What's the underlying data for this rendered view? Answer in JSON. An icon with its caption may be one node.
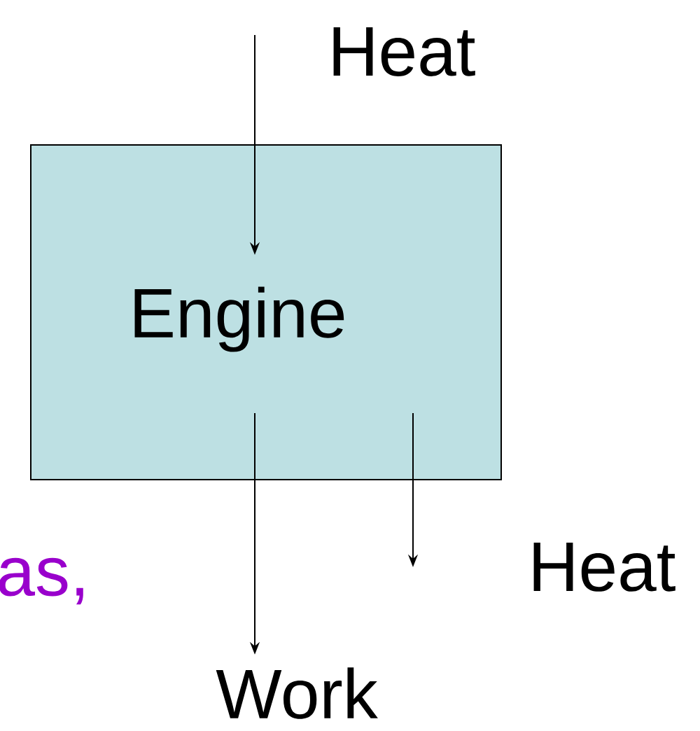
{
  "diagram": {
    "nodes": [
      {
        "text": [
          "Engine"
        ]
      },
      {
        "text": [
          "Work"
        ]
      }
    ],
    "edges": [
      {
        "from": null,
        "to": 0,
        "arrow": "to"
      },
      {
        "from": 0,
        "to": 1,
        "arrow": "to"
      },
      {
        "from": 0,
        "to": null,
        "arrow": "to"
      }
    ],
    "labels": [
      "Heat",
      "Heat",
      "as,"
    ]
  }
}
